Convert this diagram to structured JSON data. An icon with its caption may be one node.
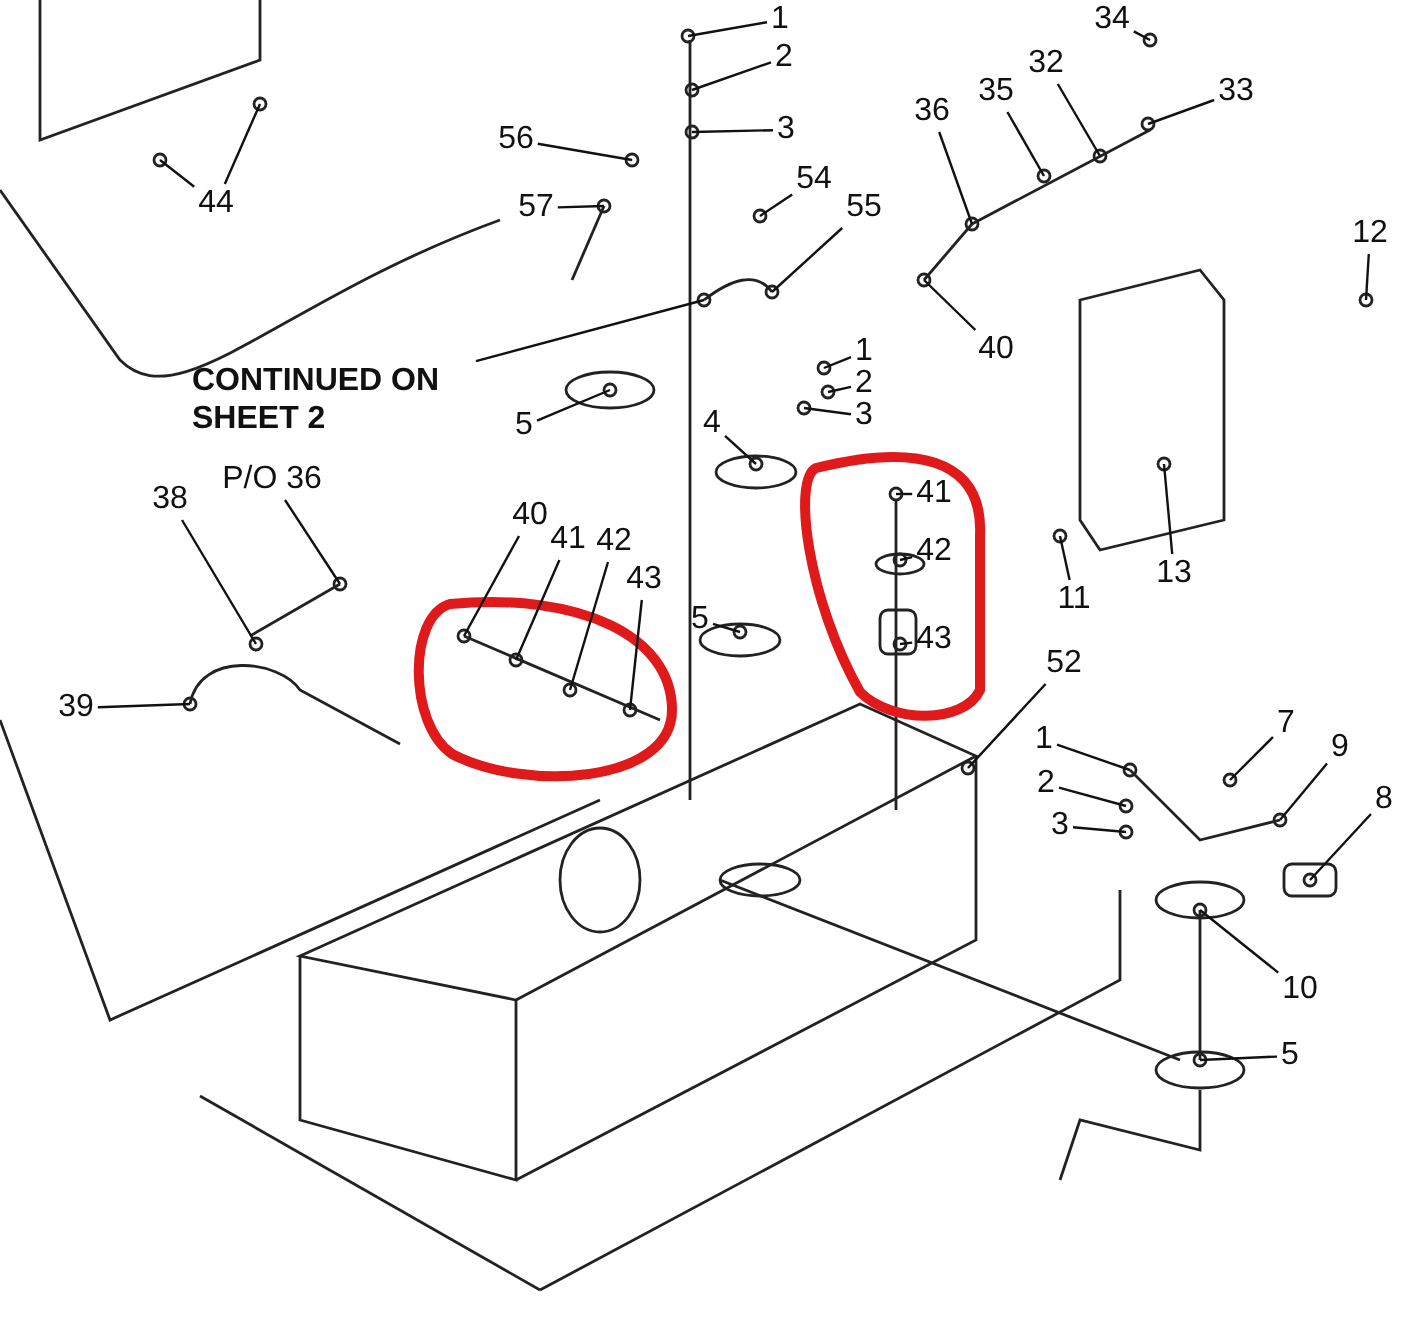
{
  "diagram": {
    "nodes": [
      {
        "text": [
          "1"
        ]
      },
      {
        "text": [
          "34"
        ]
      },
      {
        "text": [
          "2"
        ]
      },
      {
        "text": [
          "33"
        ]
      },
      {
        "text": [
          "32"
        ]
      },
      {
        "text": [
          "35"
        ]
      },
      {
        "text": [
          "36"
        ]
      },
      {
        "text": [
          "3"
        ]
      },
      {
        "text": [
          "56"
        ]
      },
      {
        "text": [
          "54"
        ]
      },
      {
        "text": [
          "55"
        ]
      },
      {
        "text": [
          "44"
        ]
      },
      {
        "text": [
          "57"
        ]
      },
      {
        "text": [
          "12"
        ]
      },
      {
        "text": [
          "40"
        ]
      },
      {
        "text": [
          "1"
        ]
      },
      {
        "text": [
          "CONTINUED ON SHEET 2"
        ]
      },
      {
        "text": [
          "2"
        ]
      },
      {
        "text": [
          "4"
        ]
      },
      {
        "text": [
          "5"
        ]
      },
      {
        "text": [
          "3"
        ]
      },
      {
        "text": [
          "41"
        ]
      },
      {
        "text": [
          "P/O 36"
        ]
      },
      {
        "text": [
          "38"
        ]
      },
      {
        "text": [
          "40"
        ]
      },
      {
        "text": [
          "41"
        ]
      },
      {
        "text": [
          "42"
        ]
      },
      {
        "text": [
          "42"
        ]
      },
      {
        "text": [
          "13"
        ]
      },
      {
        "text": [
          "43"
        ]
      },
      {
        "text": [
          "11"
        ]
      },
      {
        "text": [
          "5"
        ]
      },
      {
        "text": [
          "43"
        ]
      },
      {
        "text": [
          "52"
        ]
      },
      {
        "text": [
          "39"
        ]
      },
      {
        "text": [
          "7"
        ]
      },
      {
        "text": [
          "1"
        ]
      },
      {
        "text": [
          "9"
        ]
      },
      {
        "text": [
          "2"
        ]
      },
      {
        "text": [
          "8"
        ]
      },
      {
        "text": [
          "3"
        ]
      },
      {
        "text": [
          "10"
        ]
      },
      {
        "text": [
          "5"
        ]
      }
    ],
    "edges": [
      {
        "from": 0,
        "to": null,
        "arrow": "none"
      },
      {
        "from": 1,
        "to": null,
        "arrow": "none"
      },
      {
        "from": 2,
        "to": null,
        "arrow": "none"
      },
      {
        "from": 3,
        "to": null,
        "arrow": "none"
      },
      {
        "from": 4,
        "to": null,
        "arrow": "none"
      },
      {
        "from": 5,
        "to": null,
        "arrow": "none"
      },
      {
        "from": 6,
        "to": null,
        "arrow": "none"
      },
      {
        "from": 7,
        "to": null,
        "arrow": "none"
      },
      {
        "from": 8,
        "to": null,
        "arrow": "none"
      },
      {
        "from": 9,
        "to": null,
        "arrow": "none"
      },
      {
        "from": 10,
        "to": null,
        "arrow": "none"
      },
      {
        "from": 11,
        "to": null,
        "arrow": "none"
      },
      {
        "from": 11,
        "to": null,
        "arrow": "none"
      },
      {
        "from": 12,
        "to": null,
        "arrow": "none"
      },
      {
        "from": 13,
        "to": null,
        "arrow": "none"
      },
      {
        "from": 14,
        "to": null,
        "arrow": "none"
      },
      {
        "from": 15,
        "to": null,
        "arrow": "none"
      },
      {
        "from": 16,
        "to": null,
        "arrow": "none"
      },
      {
        "from": 17,
        "to": null,
        "arrow": "none"
      },
      {
        "from": 18,
        "to": null,
        "arrow": "none"
      },
      {
        "from": 19,
        "to": null,
        "arrow": "none"
      },
      {
        "from": 20,
        "to": null,
        "arrow": "none"
      },
      {
        "from": 21,
        "to": null,
        "arrow": "none"
      },
      {
        "from": 22,
        "to": null,
        "arrow": "none"
      },
      {
        "from": 23,
        "to": null,
        "arrow": "none"
      },
      {
        "from": 24,
        "to": null,
        "arrow": "none"
      },
      {
        "from": 25,
        "to": null,
        "arrow": "none"
      },
      {
        "from": 26,
        "to": null,
        "arrow": "none"
      },
      {
        "from": 27,
        "to": null,
        "arrow": "none"
      },
      {
        "from": 28,
        "to": null,
        "arrow": "none"
      },
      {
        "from": 29,
        "to": null,
        "arrow": "none"
      },
      {
        "from": 30,
        "to": null,
        "arrow": "none"
      },
      {
        "from": 31,
        "to": null,
        "arrow": "none"
      },
      {
        "from": 32,
        "to": null,
        "arrow": "none"
      },
      {
        "from": 33,
        "to": null,
        "arrow": "none"
      },
      {
        "from": 34,
        "to": null,
        "arrow": "none"
      },
      {
        "from": 35,
        "to": null,
        "arrow": "none"
      },
      {
        "from": 36,
        "to": null,
        "arrow": "none"
      },
      {
        "from": 37,
        "to": null,
        "arrow": "none"
      },
      {
        "from": 38,
        "to": null,
        "arrow": "none"
      },
      {
        "from": 39,
        "to": null,
        "arrow": "none"
      },
      {
        "from": 40,
        "to": null,
        "arrow": "none"
      },
      {
        "from": 41,
        "to": null,
        "arrow": "none"
      },
      {
        "from": 42,
        "to": null,
        "arrow": "none"
      }
    ]
  }
}
